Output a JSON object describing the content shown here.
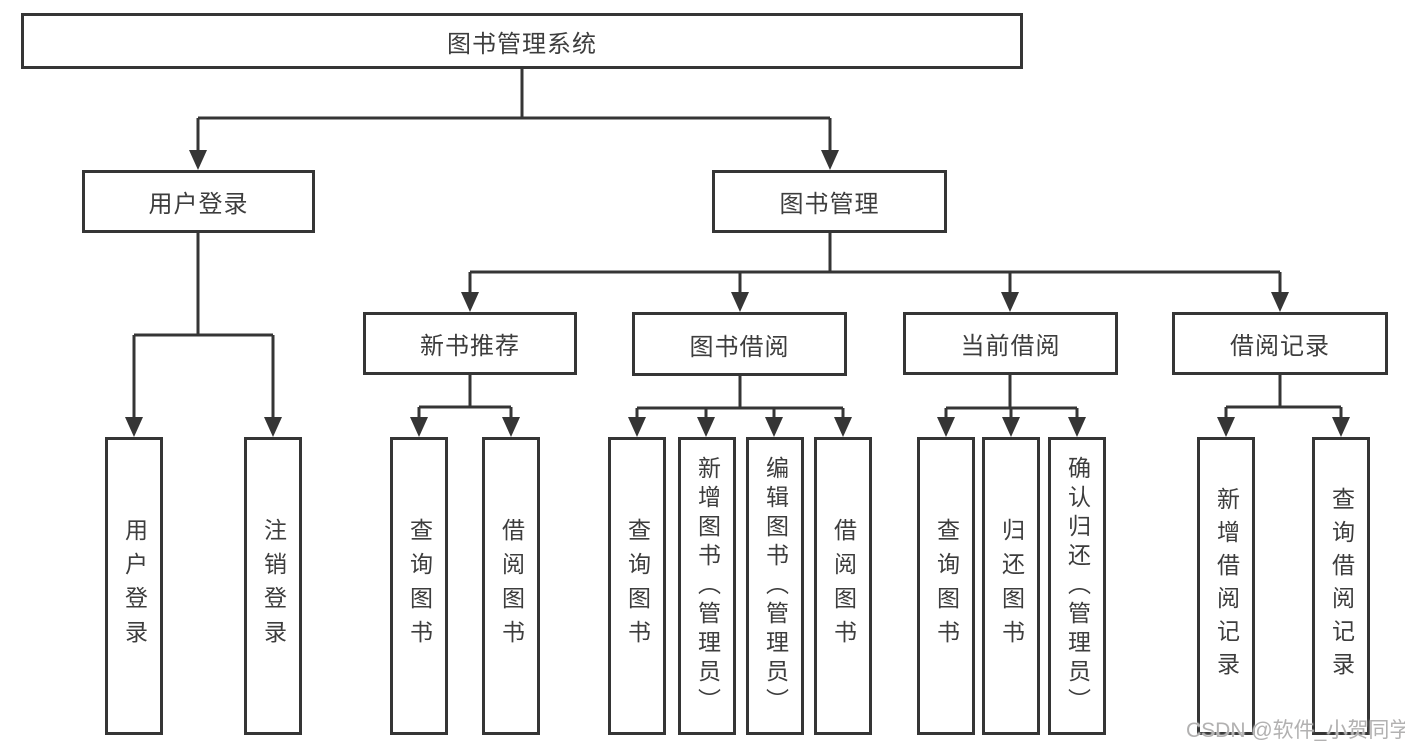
{
  "title": "图书管理系统",
  "watermark": "CSDN @软件_小贺同学",
  "colors": {
    "line": "#353535",
    "box_border": "#353535",
    "text": "#3d3d3d",
    "background": "#ffffff",
    "watermark": "#b2b1b1"
  },
  "tree": {
    "root": {
      "label": "图书管理系统"
    },
    "branches": [
      {
        "label": "用户登录",
        "leaves": [
          {
            "label": "用户登录"
          },
          {
            "label": "注销登录"
          }
        ]
      },
      {
        "label": "图书管理",
        "children": [
          {
            "label": "新书推荐",
            "leaves": [
              {
                "label": "查询图书"
              },
              {
                "label": "借阅图书"
              }
            ]
          },
          {
            "label": "图书借阅",
            "leaves": [
              {
                "label": "查询图书"
              },
              {
                "label": "新增图书（管理员）"
              },
              {
                "label": "编辑图书（管理员）"
              },
              {
                "label": "借阅图书"
              }
            ]
          },
          {
            "label": "当前借阅",
            "leaves": [
              {
                "label": "查询图书"
              },
              {
                "label": "归还图书"
              },
              {
                "label": "确认归还（管理员）"
              }
            ]
          },
          {
            "label": "借阅记录",
            "leaves": [
              {
                "label": "新增借阅记录"
              },
              {
                "label": "查询借阅记录"
              }
            ]
          }
        ]
      }
    ]
  }
}
